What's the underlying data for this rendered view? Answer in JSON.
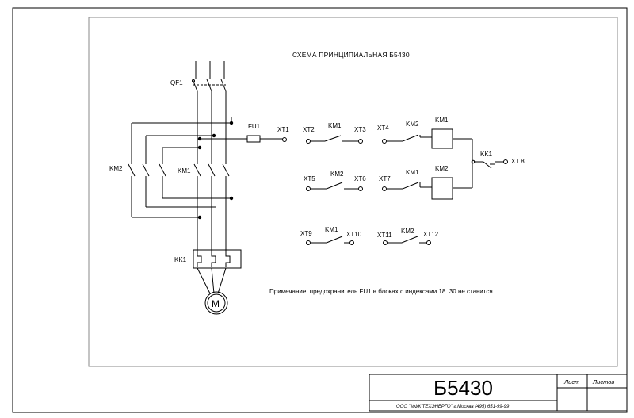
{
  "title": "СХЕМА ПРИНЦИПИАЛЬНАЯ Б5430",
  "note": "Примечание: предохранитель FU1 в блоках с индексами 18..30 не ставится",
  "labels": {
    "qf1": "QF1",
    "fu1": "FU1",
    "km2_left": "KM2",
    "km1_left": "KM1",
    "kk1_left": "KK1",
    "motor": "M",
    "xt1": "XT1",
    "xt2": "XT2",
    "xt3": "XT3",
    "xt4": "XT4",
    "xt5": "XT5",
    "xt6": "XT6",
    "xt7": "XT7",
    "xt8": "XT 8",
    "xt9": "XT9",
    "xt10": "XT10",
    "xt11": "XT11",
    "xt12": "XT12",
    "km1_r1": "KM1",
    "km2_r1": "KM2",
    "km1_coil": "KM1",
    "kk1_r1": "KK1",
    "km2_r2": "KM2",
    "km1_r2": "KM1",
    "km2_coil": "KM2",
    "km1_r3": "KM1",
    "km2_r3": "KM2"
  },
  "title_block": {
    "code": "Б5430",
    "company": "ООО \"МФК ТЕХЭНЕРГО\" г.Москва (495) 651-99-99",
    "sheet_label": "Лист",
    "sheets_label": "Листов"
  }
}
